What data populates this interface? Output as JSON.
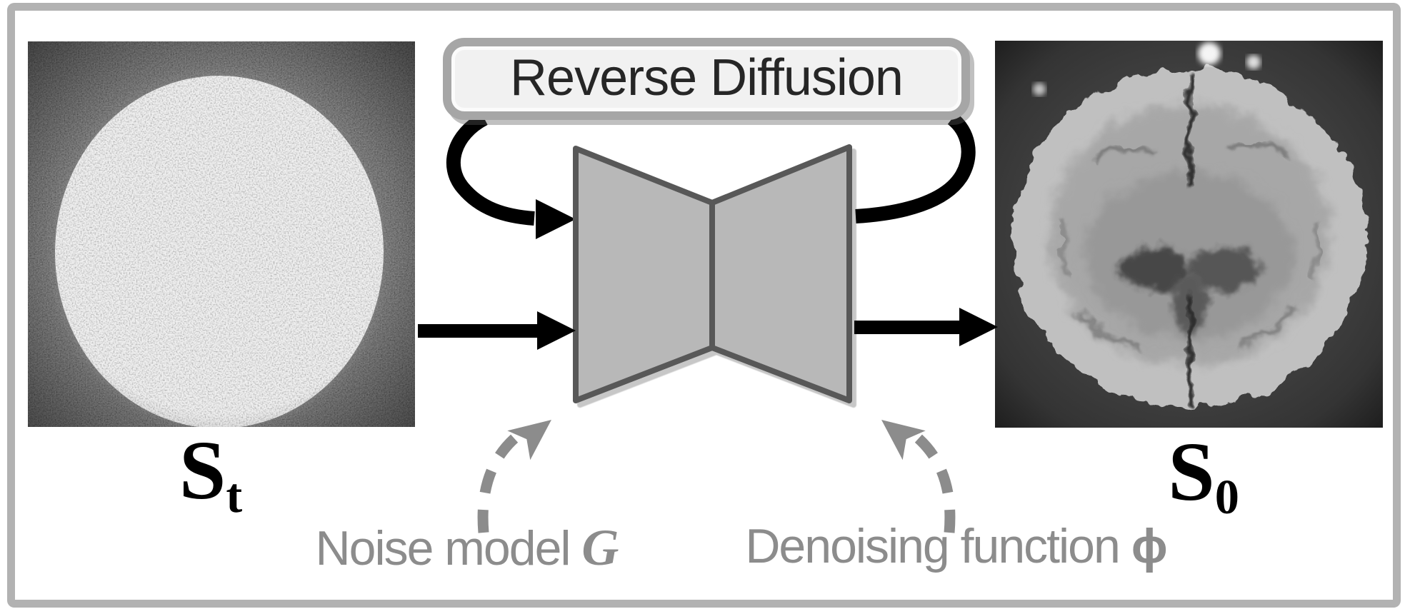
{
  "figure": {
    "reverse_diffusion_box": {
      "label": "Reverse Diffusion"
    },
    "left_image_label": {
      "base": "S",
      "sub": "t"
    },
    "right_image_label": {
      "base": "S",
      "sub": "0"
    },
    "noise_model_label": {
      "text": "Noise model ",
      "symbol": "G"
    },
    "denoising_func_label": {
      "text": "Denoising function ",
      "symbol": "ϕ"
    },
    "colors": {
      "frame_border": "#b2b2b2",
      "box_border": "#a6a6a6",
      "box_fill": "#f1f1f1",
      "box_text": "#262626",
      "unet_fill": "#b8b8b8",
      "unet_stroke": "#595959",
      "solid_arrows": "#000000",
      "dashed_arrows": "#8c8c8c",
      "gray_text": "#8c8c8c",
      "background": "#ffffff"
    },
    "icons": [
      "noisy-brain-mri-image",
      "clean-brain-mri-image",
      "unet-bowtie-icon",
      "loop-arrow-icon",
      "input-arrow-icon",
      "output-arrow-icon",
      "dashed-pointer-arrow-icon"
    ]
  }
}
